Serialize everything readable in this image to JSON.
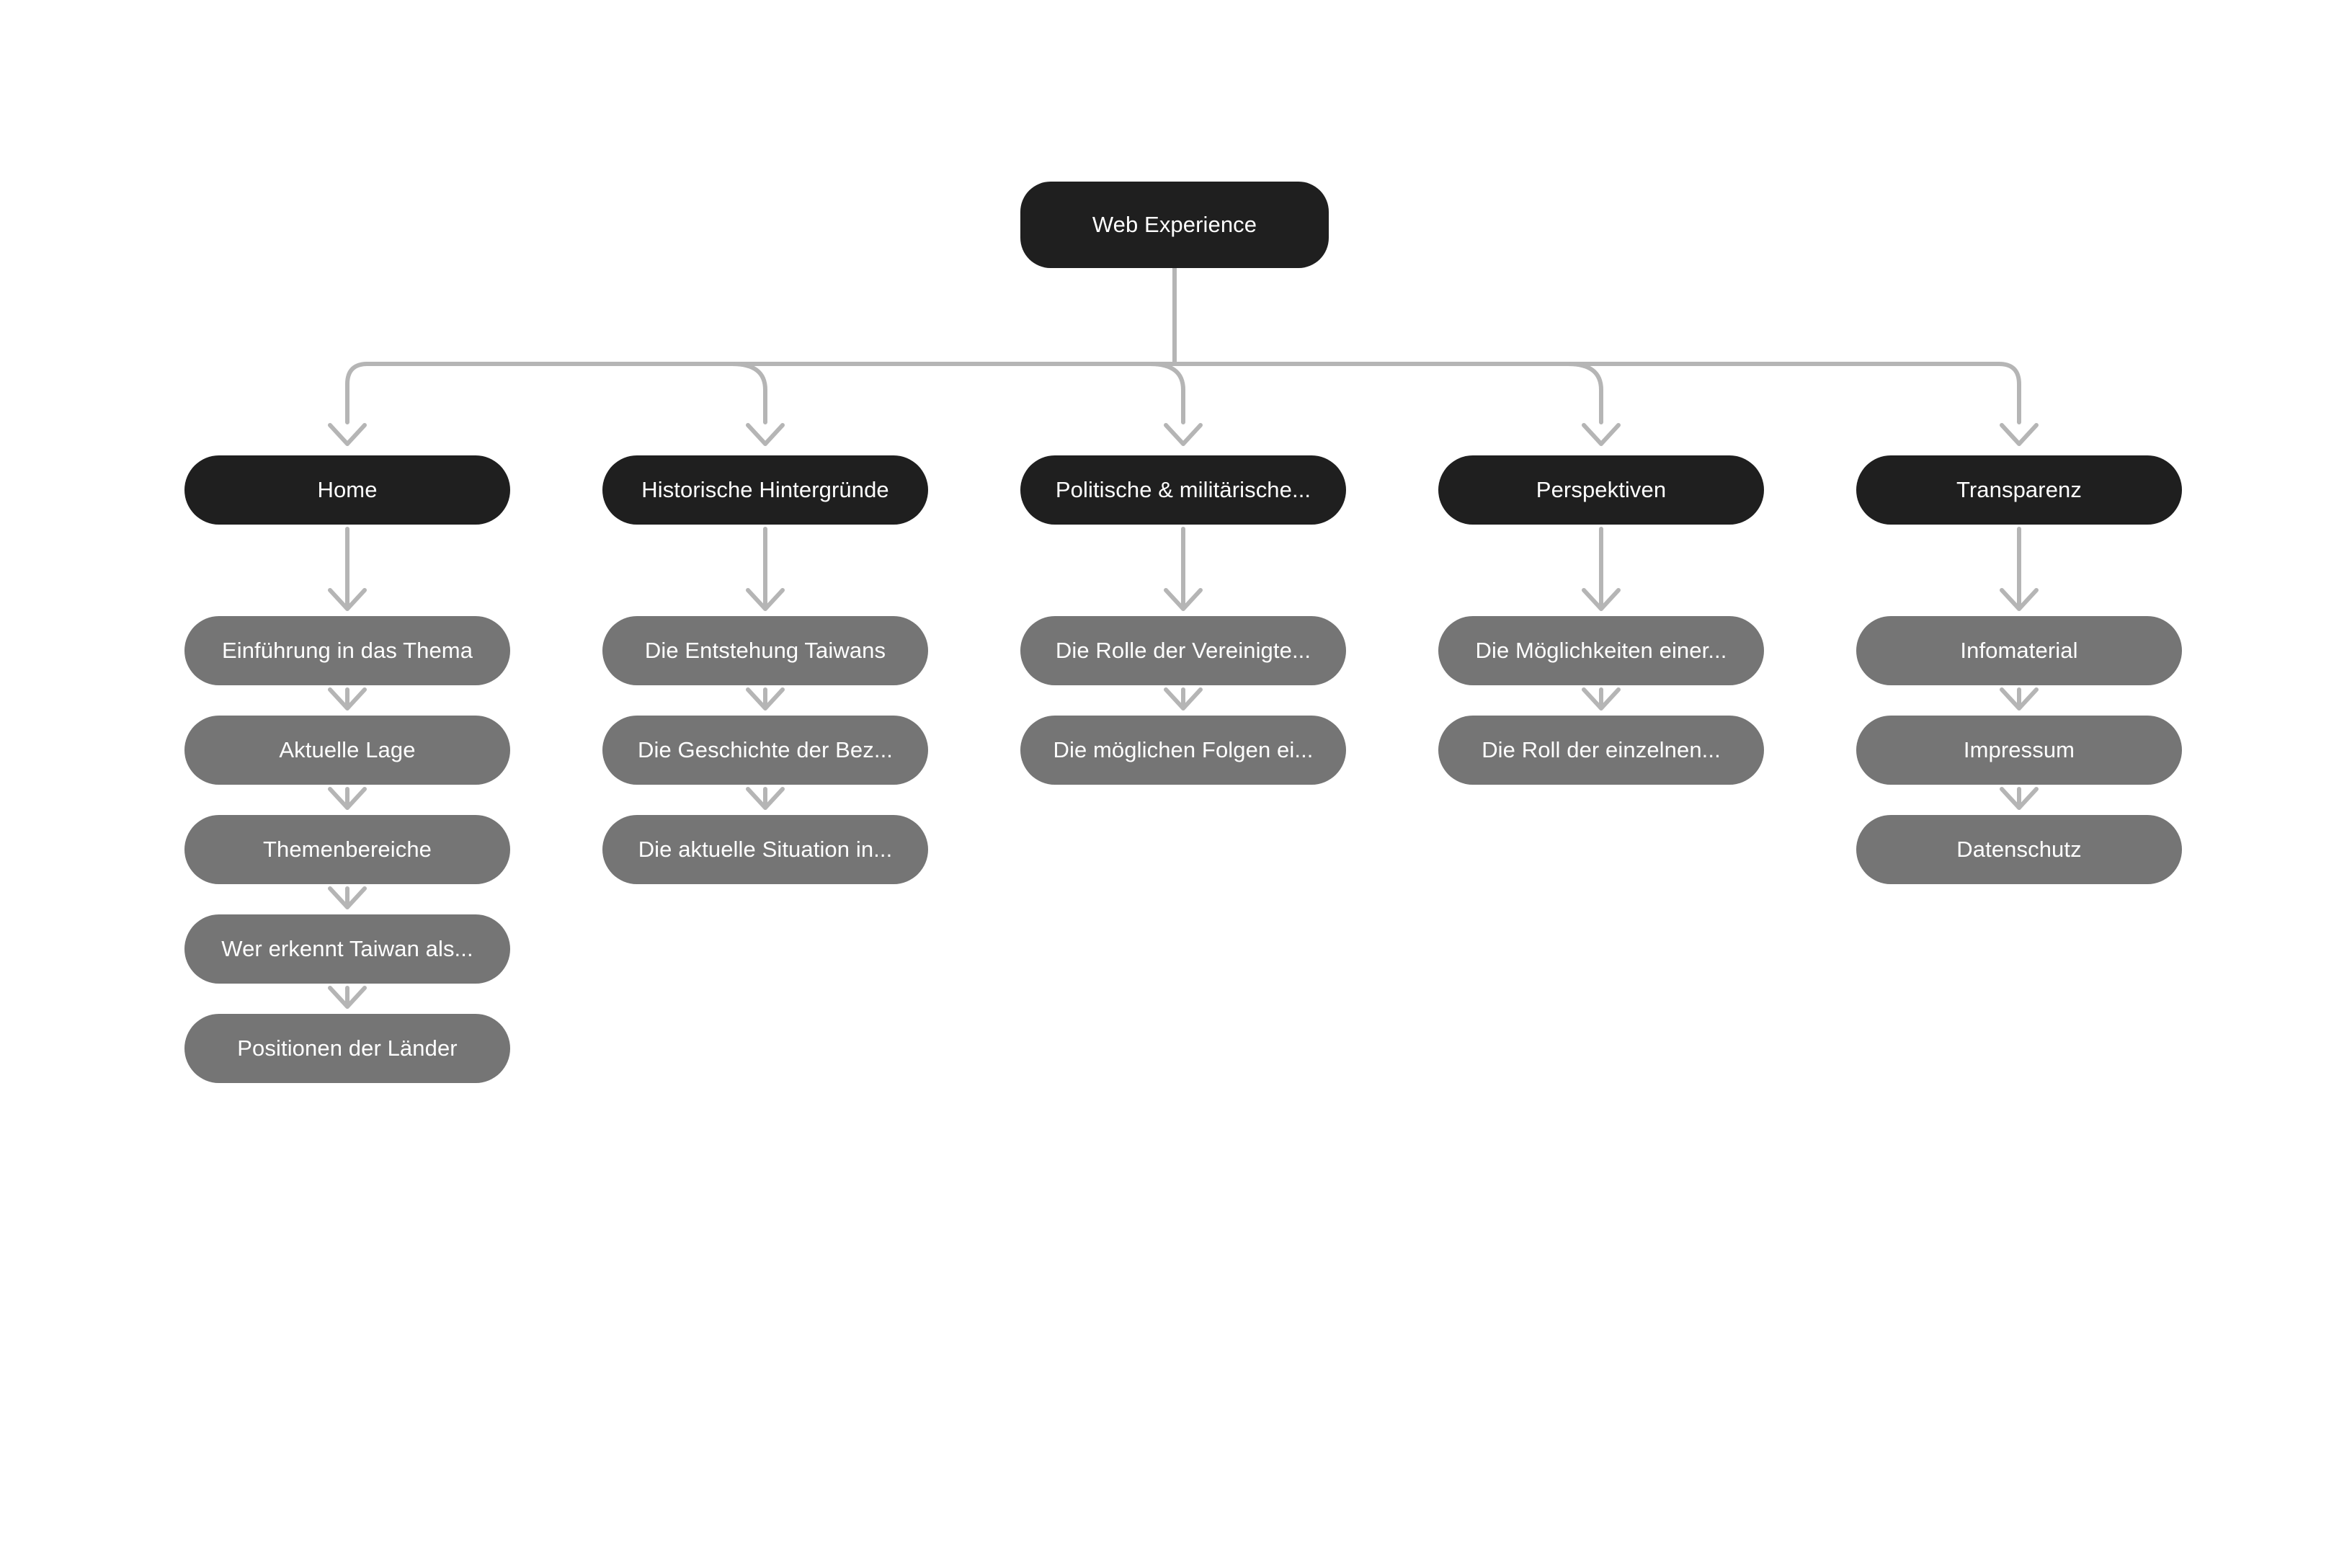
{
  "diagram": {
    "title": "Web Experience Sitemap",
    "type": "sitemap-tree",
    "orientation": "top-down",
    "background_color": "#ffffff",
    "connector_color": "#b5b5b5",
    "section_node_color": "#1f1f1f",
    "page_node_color": "#757575",
    "node_text_color": "#ffffff"
  },
  "root": {
    "label": "Web Experience"
  },
  "columns": [
    {
      "section": {
        "label": "Home"
      },
      "pages": [
        {
          "label": "Einführung in das Thema"
        },
        {
          "label": "Aktuelle Lage"
        },
        {
          "label": "Themenbereiche"
        },
        {
          "label": "Wer erkennt Taiwan als..."
        },
        {
          "label": "Positionen der Länder"
        }
      ]
    },
    {
      "section": {
        "label": "Historische Hintergründe"
      },
      "pages": [
        {
          "label": "Die Entstehung Taiwans"
        },
        {
          "label": "Die Geschichte der Bez..."
        },
        {
          "label": "Die aktuelle Situation in..."
        }
      ]
    },
    {
      "section": {
        "label": "Politische & militärische..."
      },
      "pages": [
        {
          "label": "Die Rolle der Vereinigte..."
        },
        {
          "label": "Die möglichen Folgen ei..."
        }
      ]
    },
    {
      "section": {
        "label": "Perspektiven"
      },
      "pages": [
        {
          "label": "Die Möglichkeiten einer..."
        },
        {
          "label": "Die Roll der einzelnen..."
        }
      ]
    },
    {
      "section": {
        "label": "Transparenz"
      },
      "pages": [
        {
          "label": "Infomaterial"
        },
        {
          "label": "Impressum"
        },
        {
          "label": "Datenschutz"
        }
      ]
    }
  ]
}
